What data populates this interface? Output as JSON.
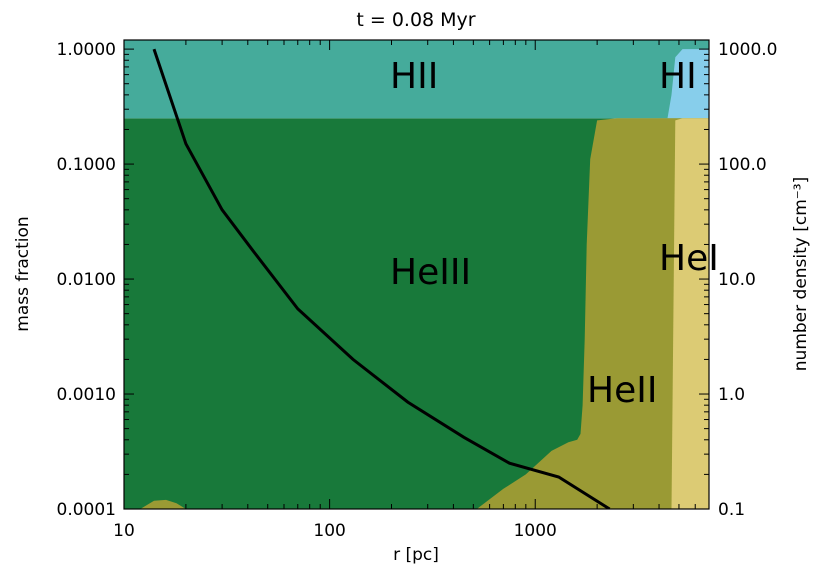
{
  "chart_data": {
    "type": "area",
    "title": "t = 0.08 Myr",
    "xlabel": "r [pc]",
    "ylabel_left": "mass fraction",
    "ylabel_right": "number density [cm⁻³]",
    "xscale": "log",
    "xlim": [
      10,
      7000
    ],
    "ylim_left": [
      0.0001,
      1.2
    ],
    "ylim_right": [
      0.1,
      1200
    ],
    "x_ticks": [
      10,
      100,
      1000
    ],
    "x_tick_labels": [
      "10",
      "100",
      "1000"
    ],
    "y_left_ticks": [
      0.0001,
      0.001,
      0.01,
      0.1,
      1.0
    ],
    "y_left_tick_labels": [
      "0.0001",
      "0.0010",
      "0.0100",
      "0.1000",
      "1.0000"
    ],
    "y_right_ticks": [
      0.1,
      1.0,
      10.0,
      100.0,
      1000.0
    ],
    "y_right_tick_labels": [
      "0.1",
      "1.0",
      "10.0",
      "100.0",
      "1000.0"
    ],
    "regions": {
      "HII": {
        "label": "HII",
        "color": "#45ab9b"
      },
      "HI": {
        "label": "HI",
        "color": "#87ceeb"
      },
      "HeIII": {
        "label": "HeIII",
        "color": "#18793a"
      },
      "HeII": {
        "label": "HeII",
        "color": "#9a9a34"
      },
      "HeI": {
        "label": "HeI",
        "color": "#dccb74"
      }
    },
    "h_band_bottom": 0.25,
    "hii_hi_boundary": {
      "x": [
        4400,
        4600,
        4800,
        5200,
        7000
      ],
      "y": [
        0.25,
        0.4,
        0.85,
        1.0,
        1.0
      ]
    },
    "heii_lower_boundary": {
      "x": [
        520,
        700,
        900,
        1200,
        1450,
        1600,
        1660,
        1700,
        1740,
        1780,
        1850,
        2000,
        2500,
        4500
      ],
      "y": [
        0.0001,
        0.00015,
        0.0002,
        0.00032,
        0.00038,
        0.0004,
        0.00045,
        0.0008,
        0.003,
        0.02,
        0.11,
        0.24,
        0.25,
        0.25
      ]
    },
    "heii_small_bump": {
      "x": [
        12,
        14,
        16,
        18,
        20
      ],
      "y": [
        0.0001,
        0.000118,
        0.00012,
        0.000112,
        0.0001
      ]
    },
    "hei_left_boundary": {
      "x": [
        4600,
        4800,
        5200
      ],
      "y": [
        0.0001,
        0.24,
        0.25
      ]
    },
    "density_profile": {
      "x": [
        14,
        20,
        30,
        42,
        70,
        130,
        240,
        450,
        750,
        1300,
        2300
      ],
      "y": [
        1000,
        150,
        40,
        18,
        5.5,
        2.0,
        0.85,
        0.42,
        0.25,
        0.19,
        0.1
      ]
    },
    "density_color": "#000000"
  }
}
